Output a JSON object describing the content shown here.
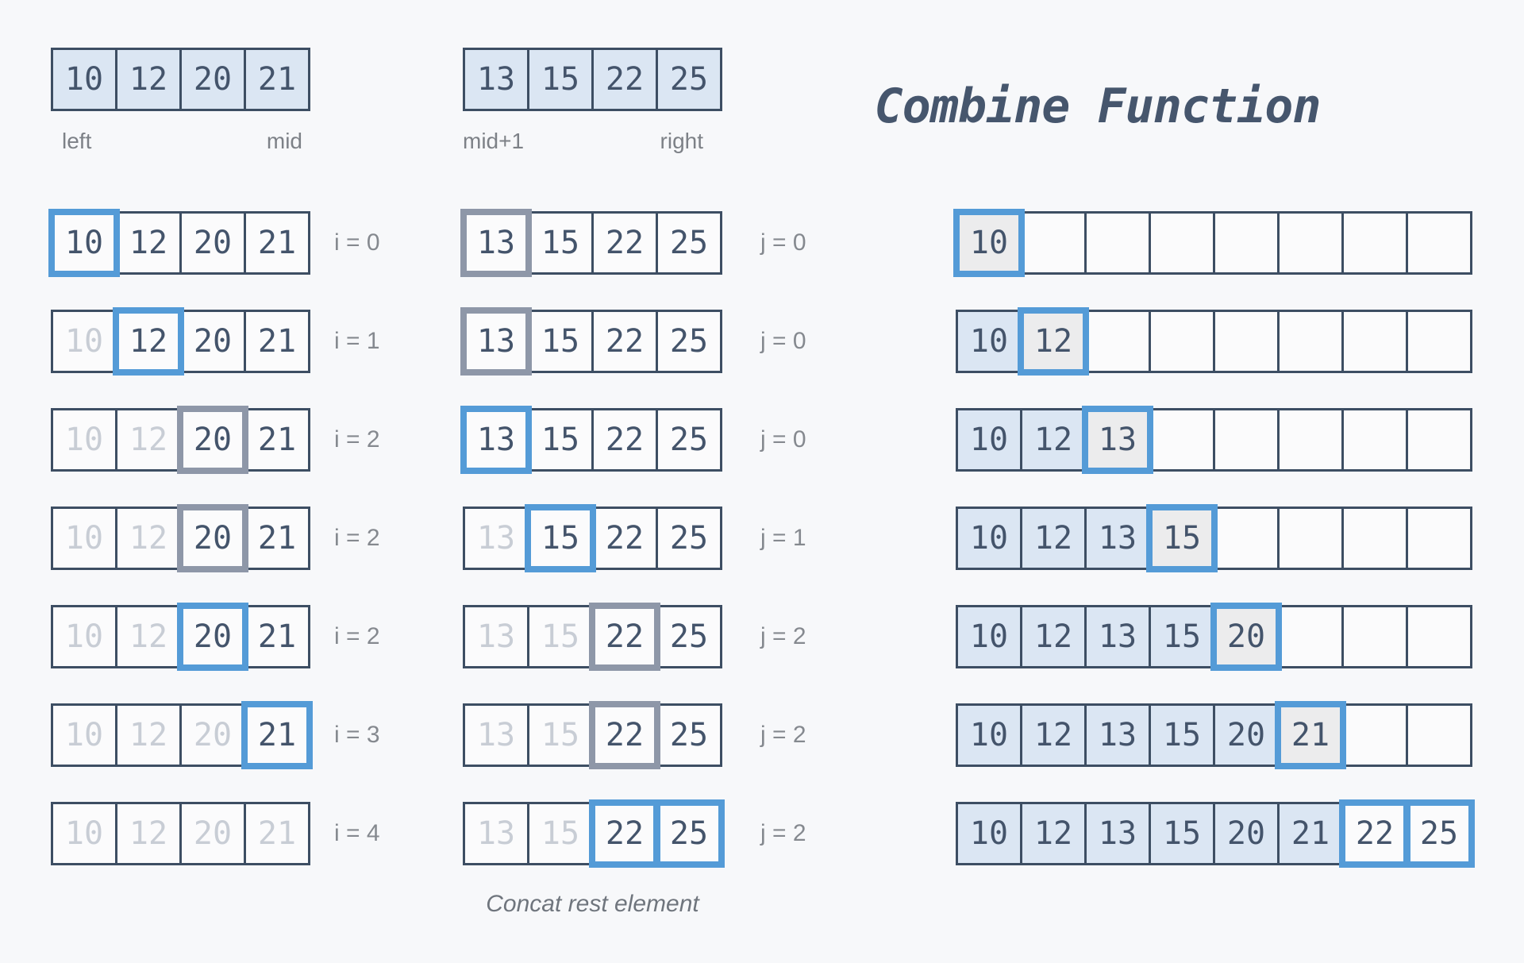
{
  "title": "Combine Function",
  "footnote": "Concat rest element",
  "colors": {
    "page_bg": "#f7f8fa",
    "cell_border": "#3d4e63",
    "blue_highlight": "#549bd7",
    "grey_highlight": "#8e97a8",
    "top_array_fill": "#dbe6f3",
    "result_filled_fill": "#dbe6f3",
    "result_placed_fill": "#ececed",
    "empty_cell_fill": "#fbfbfc",
    "number_color": "#44546b",
    "dimmed_number_color": "#c8cdd5",
    "label_color": "#7d8187",
    "title_color": "#46566d"
  },
  "top": {
    "left_array": {
      "values": [
        "10",
        "12",
        "20",
        "21"
      ],
      "labels": [
        "left",
        "mid"
      ]
    },
    "right_array": {
      "values": [
        "13",
        "15",
        "22",
        "25"
      ],
      "labels": [
        "mid+1",
        "right"
      ]
    }
  },
  "steps": [
    {
      "i_label": "i = 0",
      "j_label": "j = 0",
      "left": [
        {
          "v": "10",
          "s": "b"
        },
        {
          "v": "12",
          "s": "n"
        },
        {
          "v": "20",
          "s": "n"
        },
        {
          "v": "21",
          "s": "n"
        }
      ],
      "mid": [
        {
          "v": "13",
          "s": "g"
        },
        {
          "v": "15",
          "s": "n"
        },
        {
          "v": "22",
          "s": "n"
        },
        {
          "v": "25",
          "s": "n"
        }
      ],
      "result": [
        {
          "v": "10",
          "s": "p"
        },
        {
          "s": "e"
        },
        {
          "s": "e"
        },
        {
          "s": "e"
        },
        {
          "s": "e"
        },
        {
          "s": "e"
        },
        {
          "s": "e"
        },
        {
          "s": "e"
        }
      ]
    },
    {
      "i_label": "i = 1",
      "j_label": "j = 0",
      "left": [
        {
          "v": "10",
          "s": "d"
        },
        {
          "v": "12",
          "s": "b"
        },
        {
          "v": "20",
          "s": "n"
        },
        {
          "v": "21",
          "s": "n"
        }
      ],
      "mid": [
        {
          "v": "13",
          "s": "g"
        },
        {
          "v": "15",
          "s": "n"
        },
        {
          "v": "22",
          "s": "n"
        },
        {
          "v": "25",
          "s": "n"
        }
      ],
      "result": [
        {
          "v": "10",
          "s": "f"
        },
        {
          "v": "12",
          "s": "p"
        },
        {
          "s": "e"
        },
        {
          "s": "e"
        },
        {
          "s": "e"
        },
        {
          "s": "e"
        },
        {
          "s": "e"
        },
        {
          "s": "e"
        }
      ]
    },
    {
      "i_label": "i = 2",
      "j_label": "j = 0",
      "left": [
        {
          "v": "10",
          "s": "d"
        },
        {
          "v": "12",
          "s": "d"
        },
        {
          "v": "20",
          "s": "g"
        },
        {
          "v": "21",
          "s": "n"
        }
      ],
      "mid": [
        {
          "v": "13",
          "s": "b"
        },
        {
          "v": "15",
          "s": "n"
        },
        {
          "v": "22",
          "s": "n"
        },
        {
          "v": "25",
          "s": "n"
        }
      ],
      "result": [
        {
          "v": "10",
          "s": "f"
        },
        {
          "v": "12",
          "s": "f"
        },
        {
          "v": "13",
          "s": "p"
        },
        {
          "s": "e"
        },
        {
          "s": "e"
        },
        {
          "s": "e"
        },
        {
          "s": "e"
        },
        {
          "s": "e"
        }
      ]
    },
    {
      "i_label": "i = 2",
      "j_label": "j = 1",
      "left": [
        {
          "v": "10",
          "s": "d"
        },
        {
          "v": "12",
          "s": "d"
        },
        {
          "v": "20",
          "s": "g"
        },
        {
          "v": "21",
          "s": "n"
        }
      ],
      "mid": [
        {
          "v": "13",
          "s": "d"
        },
        {
          "v": "15",
          "s": "b"
        },
        {
          "v": "22",
          "s": "n"
        },
        {
          "v": "25",
          "s": "n"
        }
      ],
      "result": [
        {
          "v": "10",
          "s": "f"
        },
        {
          "v": "12",
          "s": "f"
        },
        {
          "v": "13",
          "s": "f"
        },
        {
          "v": "15",
          "s": "p"
        },
        {
          "s": "e"
        },
        {
          "s": "e"
        },
        {
          "s": "e"
        },
        {
          "s": "e"
        }
      ]
    },
    {
      "i_label": "i = 2",
      "j_label": "j = 2",
      "left": [
        {
          "v": "10",
          "s": "d"
        },
        {
          "v": "12",
          "s": "d"
        },
        {
          "v": "20",
          "s": "b"
        },
        {
          "v": "21",
          "s": "n"
        }
      ],
      "mid": [
        {
          "v": "13",
          "s": "d"
        },
        {
          "v": "15",
          "s": "d"
        },
        {
          "v": "22",
          "s": "g"
        },
        {
          "v": "25",
          "s": "n"
        }
      ],
      "result": [
        {
          "v": "10",
          "s": "f"
        },
        {
          "v": "12",
          "s": "f"
        },
        {
          "v": "13",
          "s": "f"
        },
        {
          "v": "15",
          "s": "f"
        },
        {
          "v": "20",
          "s": "p"
        },
        {
          "s": "e"
        },
        {
          "s": "e"
        },
        {
          "s": "e"
        }
      ]
    },
    {
      "i_label": "i = 3",
      "j_label": "j = 2",
      "left": [
        {
          "v": "10",
          "s": "d"
        },
        {
          "v": "12",
          "s": "d"
        },
        {
          "v": "20",
          "s": "d"
        },
        {
          "v": "21",
          "s": "b"
        }
      ],
      "mid": [
        {
          "v": "13",
          "s": "d"
        },
        {
          "v": "15",
          "s": "d"
        },
        {
          "v": "22",
          "s": "g"
        },
        {
          "v": "25",
          "s": "n"
        }
      ],
      "result": [
        {
          "v": "10",
          "s": "f"
        },
        {
          "v": "12",
          "s": "f"
        },
        {
          "v": "13",
          "s": "f"
        },
        {
          "v": "15",
          "s": "f"
        },
        {
          "v": "20",
          "s": "f"
        },
        {
          "v": "21",
          "s": "p"
        },
        {
          "s": "e"
        },
        {
          "s": "e"
        }
      ]
    },
    {
      "i_label": "i = 4",
      "j_label": "j = 2",
      "left": [
        {
          "v": "10",
          "s": "d"
        },
        {
          "v": "12",
          "s": "d"
        },
        {
          "v": "20",
          "s": "d"
        },
        {
          "v": "21",
          "s": "d"
        }
      ],
      "mid": [
        {
          "v": "13",
          "s": "d"
        },
        {
          "v": "15",
          "s": "d"
        },
        {
          "v": "22",
          "s": "b"
        },
        {
          "v": "25",
          "s": "b"
        }
      ],
      "result": [
        {
          "v": "10",
          "s": "f"
        },
        {
          "v": "12",
          "s": "f"
        },
        {
          "v": "13",
          "s": "f"
        },
        {
          "v": "15",
          "s": "f"
        },
        {
          "v": "20",
          "s": "f"
        },
        {
          "v": "21",
          "s": "f"
        },
        {
          "v": "22",
          "s": "r"
        },
        {
          "v": "25",
          "s": "r"
        }
      ]
    }
  ]
}
